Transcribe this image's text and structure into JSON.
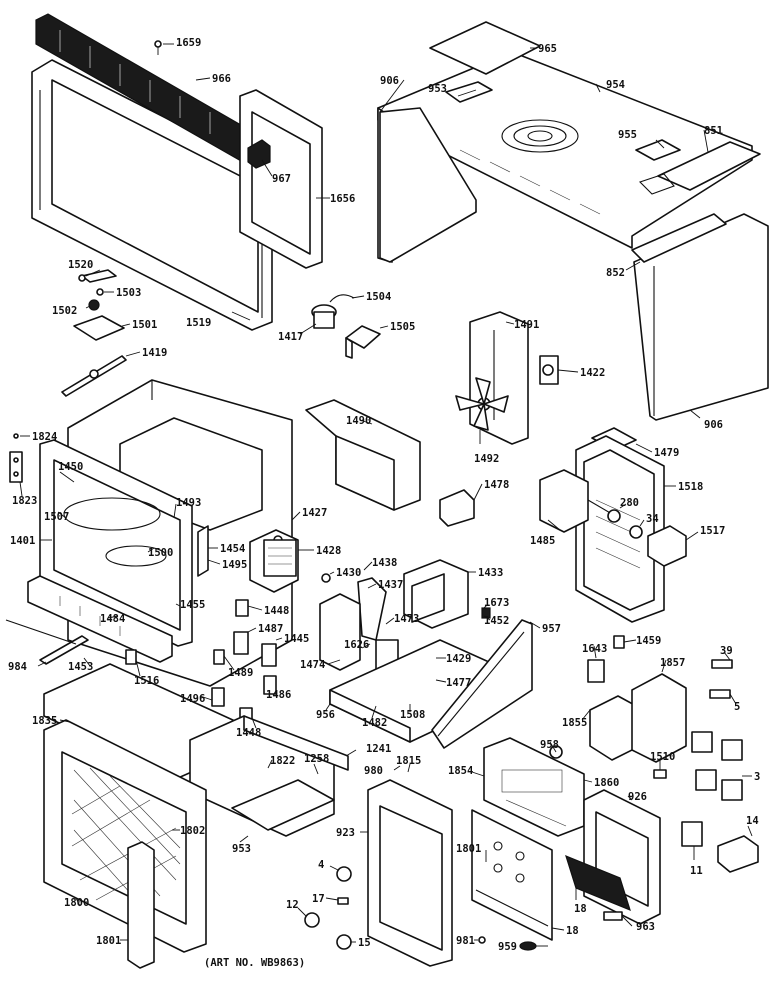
{
  "callouts": {
    "c1659": "1659",
    "c966": "966",
    "c967": "967",
    "c1656": "1656",
    "c1519": "1519",
    "c965": "965",
    "c906a": "906",
    "c953": "953",
    "c954": "954",
    "c955": "955",
    "c851": "851",
    "c852": "852",
    "c906b": "906",
    "c1520": "1520",
    "c1503": "1503",
    "c1502": "1502",
    "c1501": "1501",
    "c1419": "1419",
    "c1504": "1504",
    "c1417": "1417",
    "c1505": "1505",
    "c1491": "1491",
    "c1422": "1422",
    "c1490": "1490",
    "c1492": "1492",
    "c1478": "1478",
    "c1479": "1479",
    "c1518": "1518",
    "c1485": "1485",
    "c280": "280",
    "c34": "34",
    "c1517": "1517",
    "c1824": "1824",
    "c1823": "1823",
    "c1450": "1450",
    "c1507": "1507",
    "c1401": "1401",
    "c1493": "1493",
    "c1500": "1500",
    "c1454": "1454",
    "c1495": "1495",
    "c1427": "1427",
    "c1428": "1428",
    "c1455": "1455",
    "c1430": "1430",
    "c1438": "1438",
    "c1437": "1437",
    "c1433": "1433",
    "c1448a": "1448",
    "c1487": "1487",
    "c1445": "1445",
    "c1673": "1673",
    "c1452": "1452",
    "c957": "957",
    "c1473": "1473",
    "c1484": "1484",
    "c1474": "1474",
    "c1429": "1429",
    "c1477": "1477",
    "c1626": "1626",
    "c1643": "1643",
    "c1459": "1459",
    "c1857": "1857",
    "c39": "39",
    "c5": "5",
    "c984": "984",
    "c1453": "1453",
    "c1516": "1516",
    "c1489": "1489",
    "c1486": "1486",
    "c1496": "1496",
    "c1448b": "1448",
    "c956": "956",
    "c1482": "1482",
    "c1508": "1508",
    "c1855": "1855",
    "c958": "958",
    "c1510": "1510",
    "c3": "3",
    "c1835": "1835",
    "c1822": "1822",
    "c1258": "1258",
    "c1241": "1241",
    "c980": "980",
    "c1815": "1815",
    "c1854": "1854",
    "c1860": "1860",
    "c926": "926",
    "c1802": "1802",
    "c953b": "953",
    "c923": "923",
    "c1801a": "1801",
    "c4": "4",
    "c17": "17",
    "c12": "12",
    "c15": "15",
    "c1800": "1800",
    "c1801b": "1801",
    "c14": "14",
    "c11": "11",
    "c18a": "18",
    "c18b": "18",
    "c981": "981",
    "c959": "959",
    "c963": "963"
  },
  "art_number": "(ART NO. WB9863)"
}
